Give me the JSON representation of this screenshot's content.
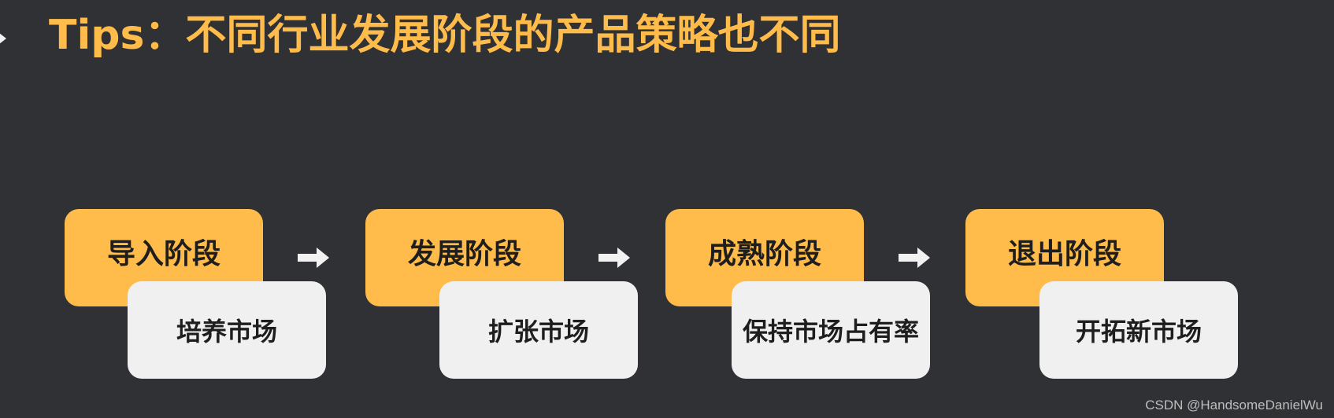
{
  "title": "Tips：不同行业发展阶段的产品策略也不同",
  "stages": [
    {
      "name": "导入阶段",
      "strategy": "培养市场"
    },
    {
      "name": "发展阶段",
      "strategy": "扩张市场"
    },
    {
      "name": "成熟阶段",
      "strategy": "保持市场占有率"
    },
    {
      "name": "退出阶段",
      "strategy": "开拓新市场"
    }
  ],
  "watermark": "CSDN @HandsomeDanielWu",
  "colors": {
    "background": "#303135",
    "accent": "#ffbc4a",
    "card": "#f0f0f0",
    "text_dark": "#1e1e1e"
  }
}
